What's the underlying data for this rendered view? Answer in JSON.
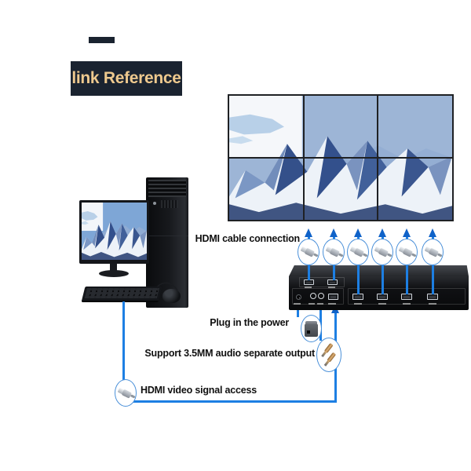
{
  "title": "link Reference",
  "annotations": {
    "hdmi_cable_connection": "HDMI cable connection",
    "plug_in_power": "Plug in the power",
    "audio_separate_output": "Support 3.5MM audio separate output",
    "hdmi_video_signal_access": "HDMI video signal access"
  },
  "video_wall": {
    "rows": 2,
    "columns": 3,
    "content": "snow-mountain-landscape-photo"
  },
  "computer": {
    "parts": [
      "tower",
      "monitor",
      "keyboard",
      "mouse"
    ],
    "monitor_content": "snow-mountain-landscape-photo"
  },
  "device": {
    "type": "video-wall-controller-box",
    "output_connections": 6,
    "front_ports": [
      "power-port",
      "audio-jack-1",
      "audio-jack-2",
      "hdmi-input",
      "hdmi-output-1",
      "hdmi-output-2",
      "hdmi-output-3",
      "hdmi-output-4",
      "hdmi-output-5",
      "hdmi-output-6"
    ]
  },
  "icons": {
    "hdmi_connector": "hdmi-plug-icon",
    "power_adapter": "power-adapter-icon",
    "audio_plugs": "3.5mm-audio-jack-icon"
  },
  "colors": {
    "accent": "#1d7fe3",
    "arrow": "#0f62c8",
    "circBorder": "#4a90d9",
    "titleBg": "#1a2330",
    "titleFg": "#eec98e",
    "labelFg": "#101010"
  }
}
